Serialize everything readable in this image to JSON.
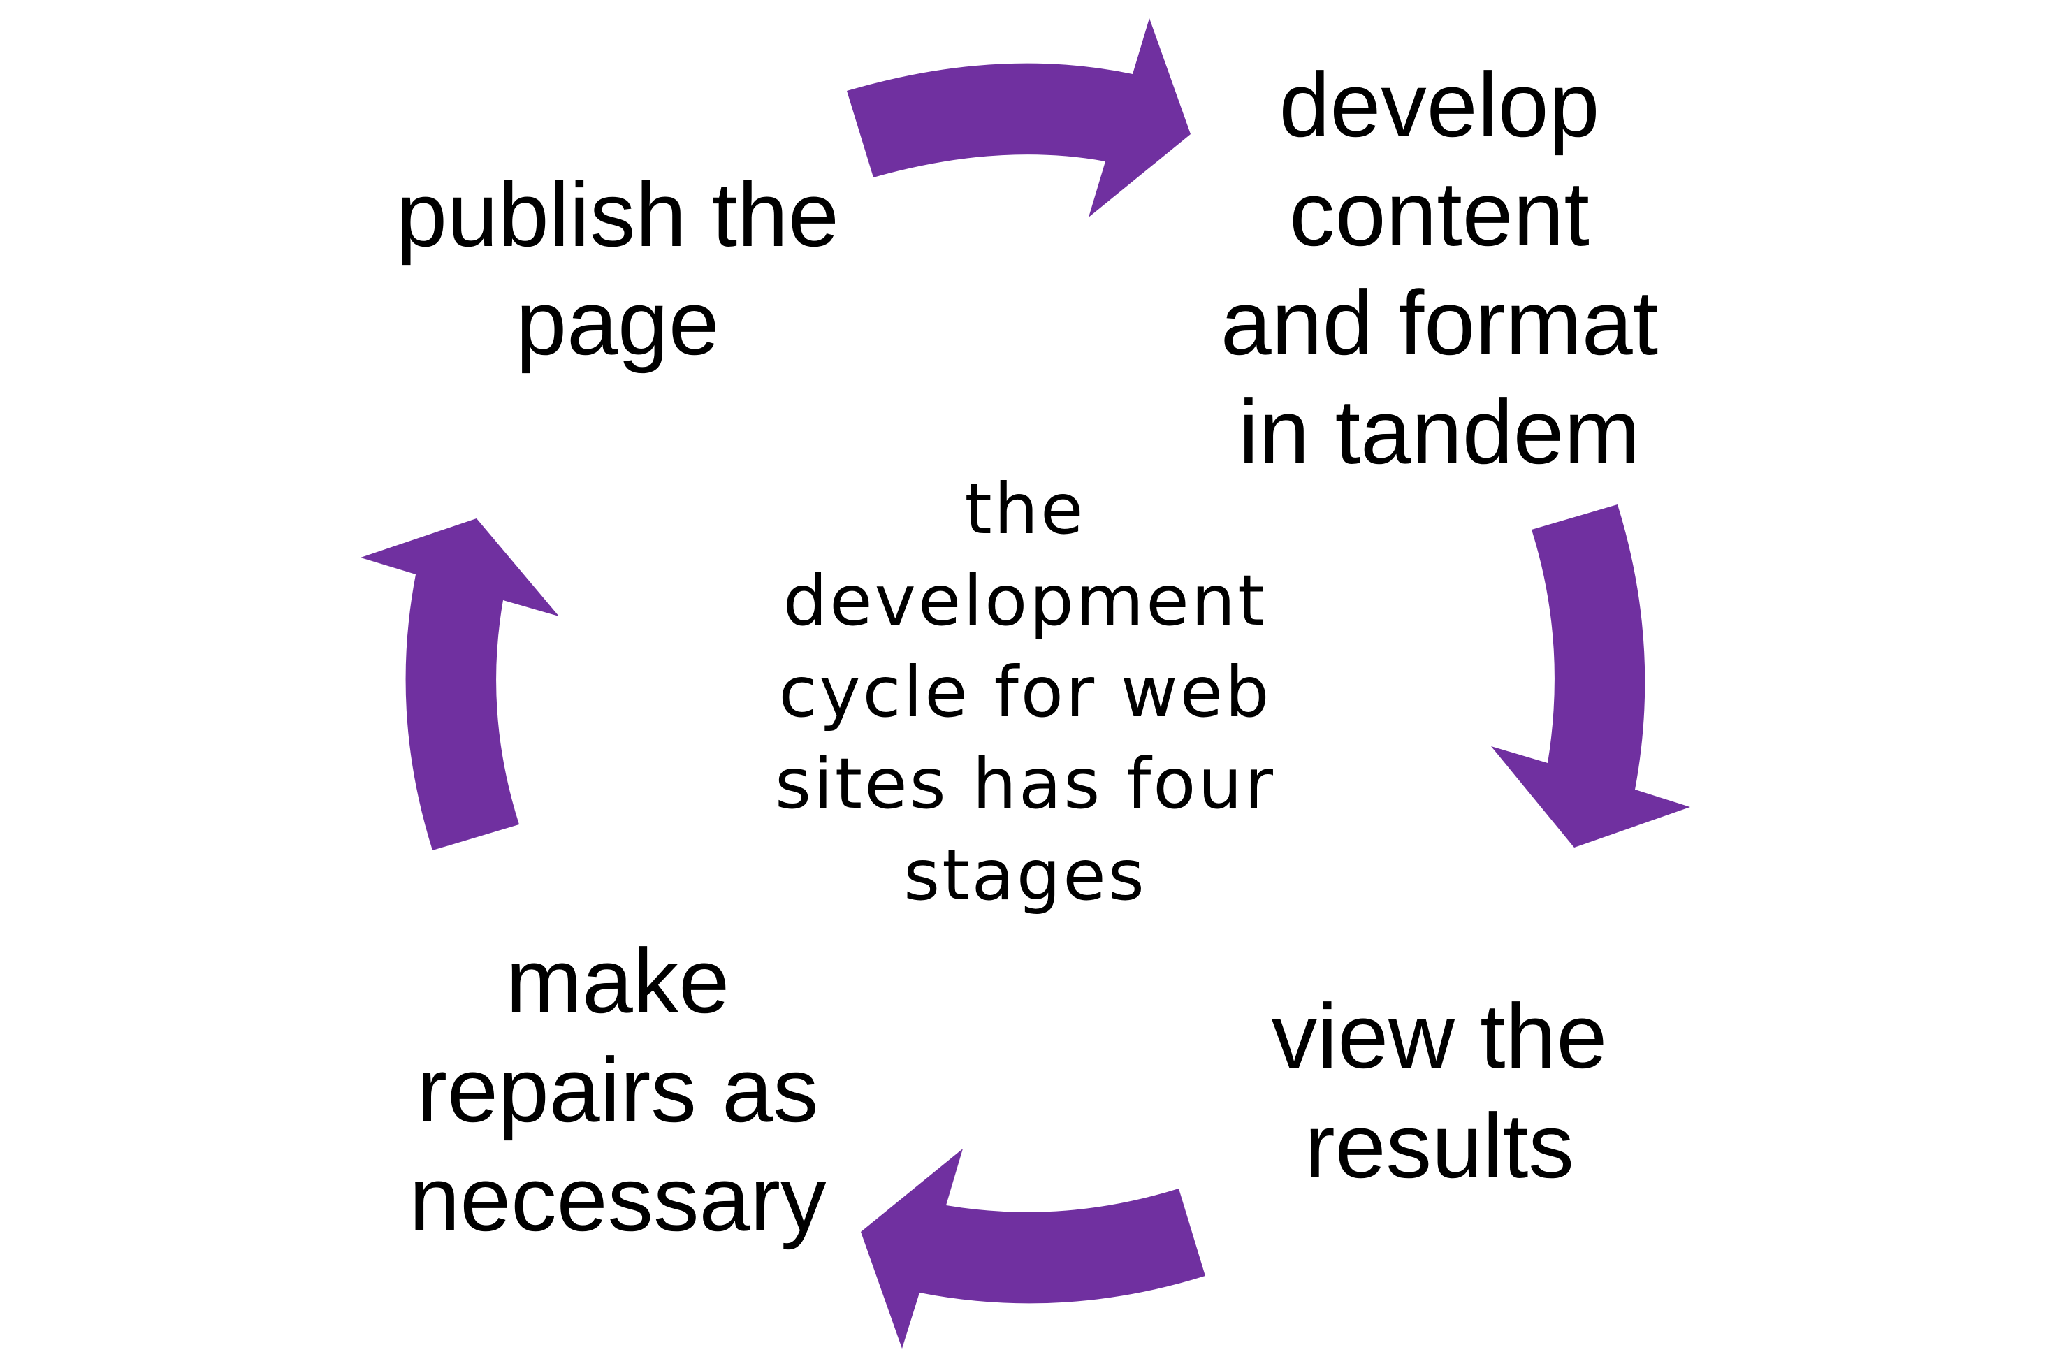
{
  "diagram": {
    "type": "cycle",
    "colors": {
      "arrow": "#7030A0",
      "text": "#000000",
      "background": "#FFFFFF"
    },
    "center_label": {
      "lines": [
        "the",
        "development",
        "cycle for web",
        "sites has four",
        "stages"
      ],
      "text": "the development cycle for web sites has four stages"
    },
    "stages": [
      {
        "position": "top-right",
        "lines": [
          "develop",
          "content",
          "and format",
          "in tandem"
        ],
        "text": "develop content and format in tandem"
      },
      {
        "position": "bottom-right",
        "lines": [
          "view the",
          "results"
        ],
        "text": "view the results"
      },
      {
        "position": "bottom-left",
        "lines": [
          "make",
          "repairs as",
          "necessary"
        ],
        "text": "make repairs as necessary"
      },
      {
        "position": "top-left",
        "lines": [
          "publish the",
          "page"
        ],
        "text": "publish the page"
      }
    ],
    "arrows": [
      {
        "name": "top",
        "direction": "right",
        "from": "publish the page",
        "to": "develop content and format in tandem"
      },
      {
        "name": "right",
        "direction": "down",
        "from": "develop content and format in tandem",
        "to": "view the results"
      },
      {
        "name": "bottom",
        "direction": "left",
        "from": "view the results",
        "to": "make repairs as necessary"
      },
      {
        "name": "left",
        "direction": "up",
        "from": "make repairs as necessary",
        "to": "publish the page"
      }
    ]
  }
}
